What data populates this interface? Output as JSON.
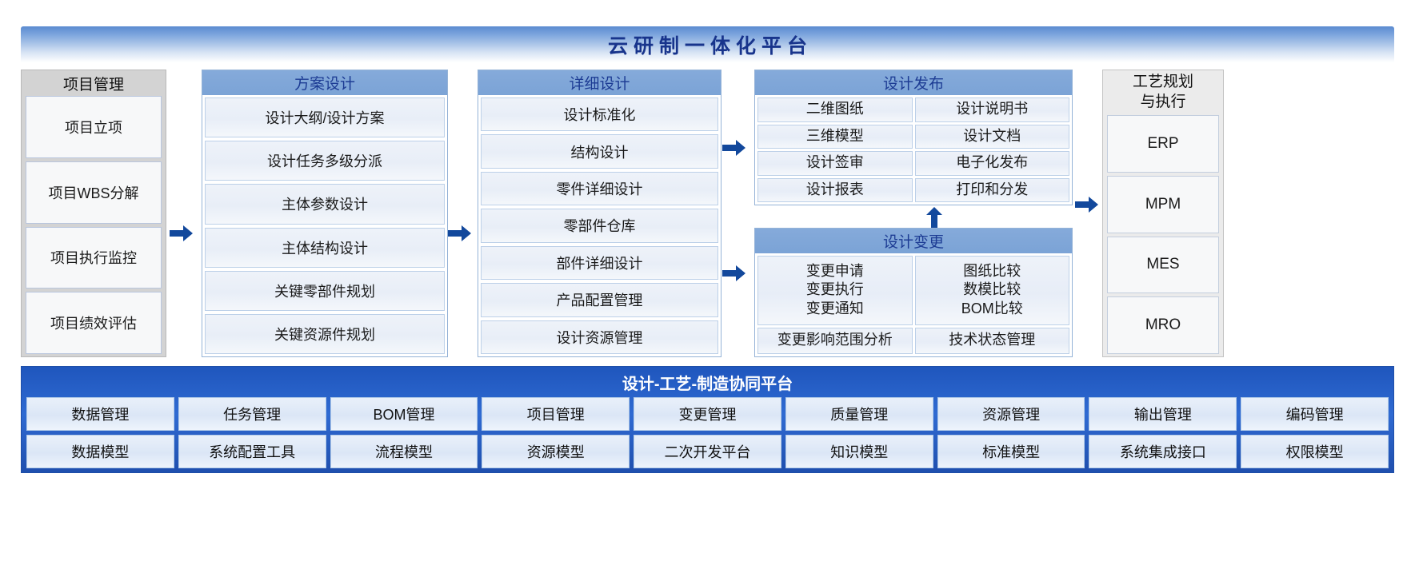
{
  "header": {
    "title": "云研制一体化平台"
  },
  "columns": {
    "project": {
      "title": "项目管理",
      "items": [
        "项目立项",
        "项目WBS分解",
        "项目执行监控",
        "项目绩效评估"
      ]
    },
    "scheme": {
      "title": "方案设计",
      "items": [
        "设计大纲/设计方案",
        "设计任务多级分派",
        "主体参数设计",
        "主体结构设计",
        "关键零部件规划",
        "关键资源件规划"
      ]
    },
    "detail": {
      "title": "详细设计",
      "items": [
        "设计标准化",
        "结构设计",
        "零件详细设计",
        "零部件仓库",
        "部件详细设计",
        "产品配置管理",
        "设计资源管理"
      ]
    },
    "release": {
      "title": "设计发布",
      "rows": [
        [
          "二维图纸",
          "设计说明书"
        ],
        [
          "三维模型",
          "设计文档"
        ],
        [
          "设计签审",
          "电子化发布"
        ],
        [
          "设计报表",
          "打印和分发"
        ]
      ]
    },
    "change": {
      "title": "设计变更",
      "rows": [
        [
          "变更申请\n变更执行\n变更通知",
          "图纸比较\n数模比较\nBOM比较"
        ],
        [
          "变更影响范围分析",
          "技术状态管理"
        ]
      ]
    },
    "process": {
      "title": "工艺规划\n与执行",
      "items": [
        "ERP",
        "MPM",
        "MES",
        "MRO"
      ]
    }
  },
  "platform": {
    "title": "设计-工艺-制造协同平台",
    "row1": [
      "数据管理",
      "任务管理",
      "BOM管理",
      "项目管理",
      "变更管理",
      "质量管理",
      "资源管理",
      "输出管理",
      "编码管理"
    ],
    "row2": [
      "数据模型",
      "系统配置工具",
      "流程模型",
      "资源模型",
      "二次开发平台",
      "知识模型",
      "标准模型",
      "系统集成接口",
      "权限模型"
    ]
  },
  "arrows": {
    "project_to_scheme": "right-arrow",
    "scheme_to_detail": "right-arrow",
    "detail_to_release": "right-arrow",
    "detail_to_change": "right-arrow",
    "change_to_release": "up-arrow",
    "release_to_process": "right-arrow"
  },
  "colors": {
    "title_text": "#18348c",
    "panel_header": "#7ba3d6",
    "arrow": "#12489c",
    "platform": "#2f6ad2"
  }
}
